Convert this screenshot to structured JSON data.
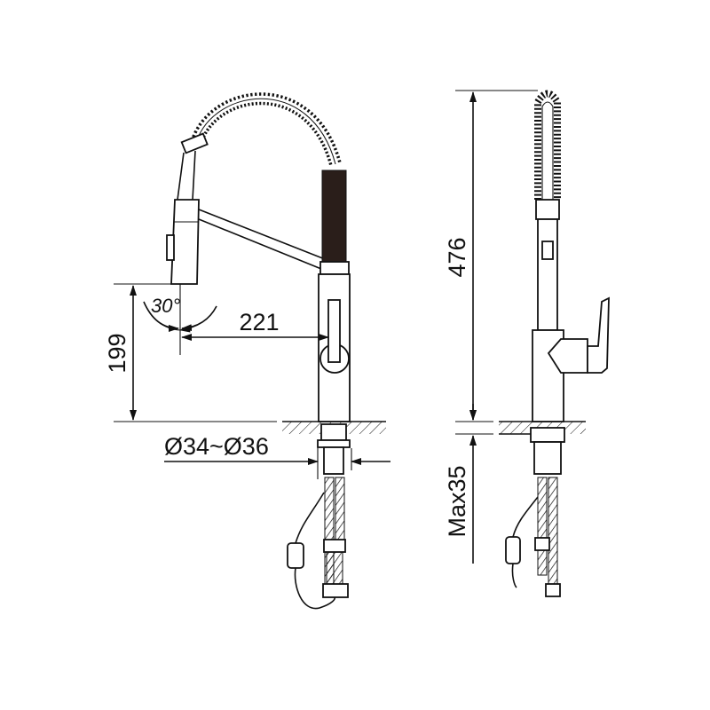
{
  "title": "Pull-down kitchen faucet dimension drawing",
  "dimensions": {
    "height_to_spout": "199",
    "reach": "221",
    "angle": "30°",
    "hole_diameter": "Ø34~Ø36",
    "total_height": "476",
    "max_deck_thickness": "Max35"
  },
  "colors": {
    "line": "#111111",
    "background": "#ffffff"
  }
}
